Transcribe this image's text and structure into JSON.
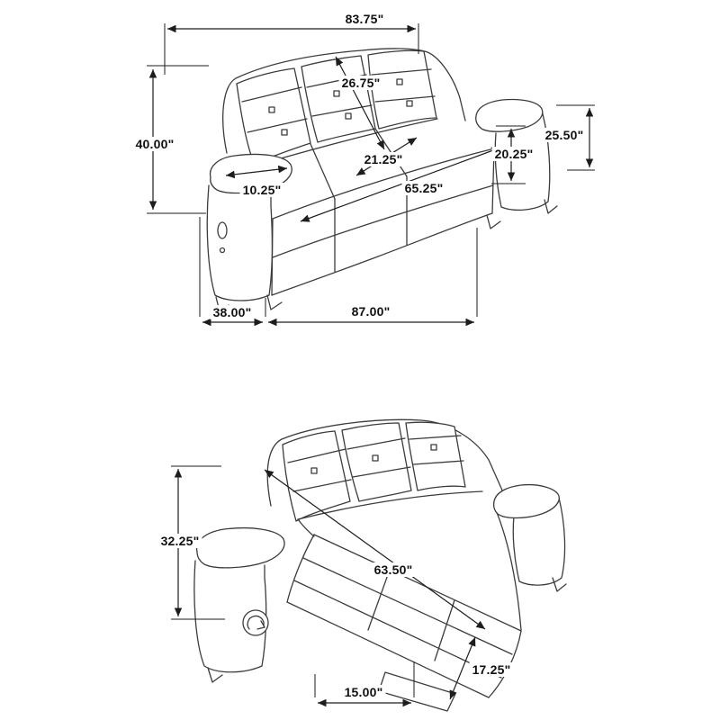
{
  "upright_view": {
    "dims": {
      "overall_width": "83.75\"",
      "back_cushion_height": "26.75\"",
      "overall_height": "40.00\"",
      "seat_depth": "21.25\"",
      "armrest_width": "10.25\"",
      "seat_width": "65.25\"",
      "seat_height": "20.25\"",
      "arm_height": "25.50\"",
      "base_depth": "38.00\"",
      "reclined_length": "87.00\""
    }
  },
  "reclined_view": {
    "dims": {
      "back_height": "32.25\"",
      "diagonal_width": "63.50\"",
      "footrest_width": "15.00\"",
      "footrest_height": "17.25\""
    }
  },
  "style": {
    "line_color": "#3c3c3c",
    "dim_color": "#1d1d1d",
    "background": "#ffffff"
  }
}
